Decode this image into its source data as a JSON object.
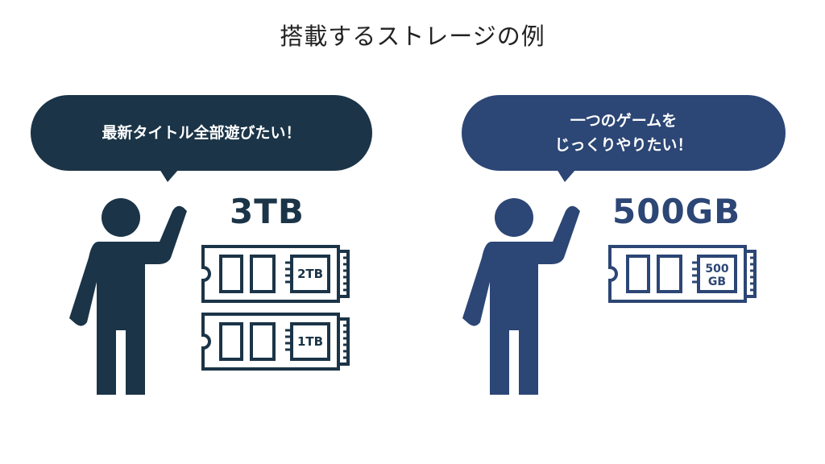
{
  "title": "搭載するストレージの例",
  "left": {
    "bubble_lines": [
      "最新タイトル全部遊びたい！"
    ],
    "capacity": "3TB",
    "ssds": [
      "2TB",
      "1TB"
    ],
    "color": "#1b3447"
  },
  "right": {
    "bubble_lines": [
      "一つのゲームを",
      "じっくりやりたい！"
    ],
    "capacity": "500GB",
    "ssds": [
      "500",
      "GB"
    ],
    "color": "#2c4675"
  }
}
